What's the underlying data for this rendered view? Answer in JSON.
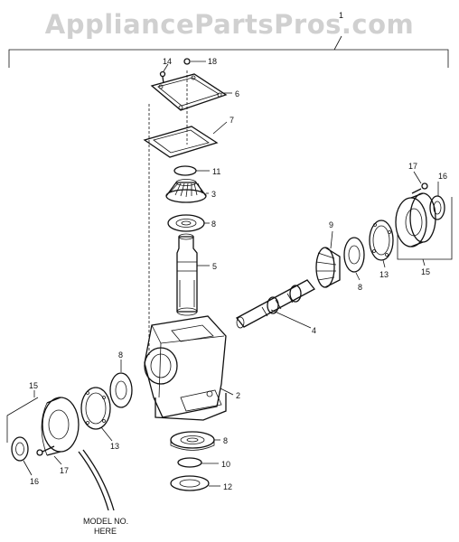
{
  "watermark": "AppliancePartsPros.com",
  "callouts": {
    "c1": "1",
    "c2": "2",
    "c3": "3",
    "c4": "4",
    "c5": "5",
    "c6": "6",
    "c7": "7",
    "c8a": "8",
    "c8b": "8",
    "c8c": "8",
    "c8d": "8",
    "c9": "9",
    "c10": "10",
    "c11": "11",
    "c12": "12",
    "c13a": "13",
    "c13b": "13",
    "c14": "14",
    "c15a": "15",
    "c15b": "15",
    "c16a": "16",
    "c16b": "16",
    "c17a": "17",
    "c17b": "17",
    "c18": "18"
  },
  "model_note": {
    "line1": "MODEL NO.",
    "line2": "HERE"
  }
}
